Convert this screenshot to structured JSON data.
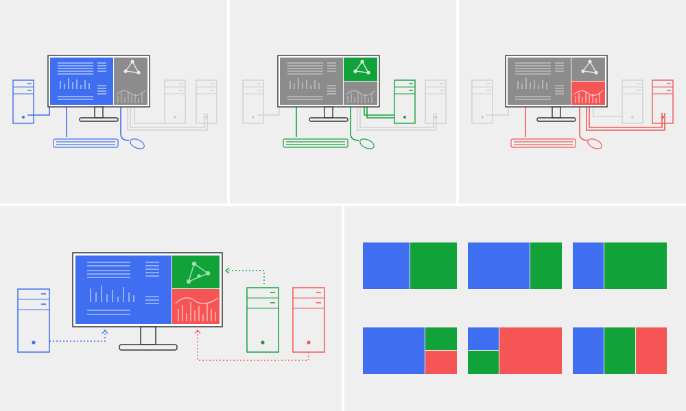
{
  "colors": {
    "blue": "#3f6ff0",
    "green": "#12a23a",
    "red": "#f55555",
    "gray": "#8c8c8c",
    "lightgray": "#cfcfcf",
    "outline": "#333333",
    "panel_bg": "#efefef",
    "divider": "#ffffff"
  },
  "icons": [
    "desktop-tower-icon",
    "monitor-icon",
    "keyboard-icon",
    "mouse-icon",
    "network-graph-icon",
    "bar-chart-icon"
  ],
  "scenes": [
    {
      "active_tower": "left",
      "active_color": "blue",
      "active_region": "left-half"
    },
    {
      "active_tower": "middle",
      "active_color": "green",
      "active_region": "top-right"
    },
    {
      "active_tower": "right",
      "active_color": "red",
      "active_region": "bottom-right"
    }
  ],
  "layouts": [
    {
      "name": "two-columns-equal",
      "colors": [
        "blue",
        "green"
      ]
    },
    {
      "name": "two-columns-wide-left",
      "colors": [
        "blue",
        "green"
      ]
    },
    {
      "name": "two-columns-wide-right",
      "colors": [
        "blue",
        "green"
      ]
    },
    {
      "name": "left-plus-stacked-right",
      "colors": [
        "blue",
        "green",
        "red"
      ]
    },
    {
      "name": "stacked-left-plus-right",
      "colors": [
        "blue",
        "green",
        "red"
      ]
    },
    {
      "name": "three-columns",
      "colors": [
        "blue",
        "green",
        "red"
      ]
    }
  ]
}
